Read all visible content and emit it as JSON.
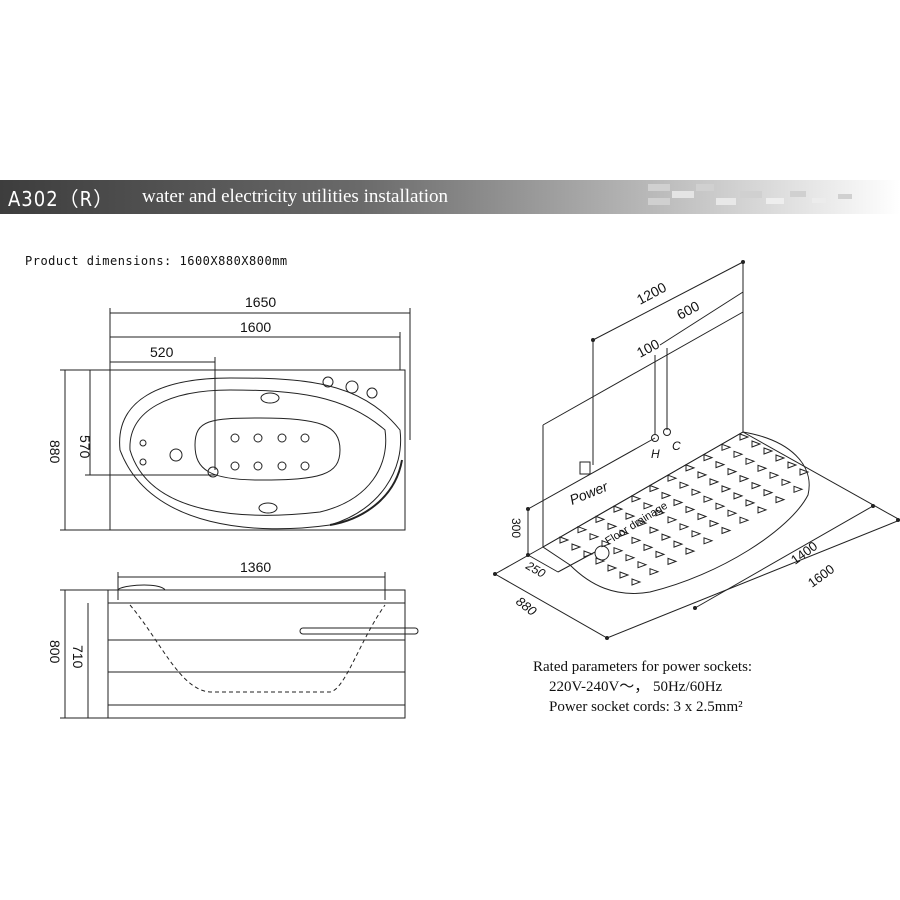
{
  "header": {
    "model": "A302（R）",
    "title": "water and electricity utilities installation"
  },
  "product_dimensions": "Product dimensions: 1600X880X800mm",
  "top_view": {
    "dim_1650": "1650",
    "dim_1600": "1600",
    "dim_520": "520",
    "dim_570": "570",
    "dim_880": "880"
  },
  "side_view": {
    "dim_1360": "1360",
    "dim_800": "800",
    "dim_710": "710"
  },
  "iso_view": {
    "dim_1200": "1200",
    "dim_600": "600",
    "dim_100": "100",
    "hot": "H",
    "cold": "C",
    "power": "Power",
    "floor_drainage": "Floor drainage",
    "dim_300": "300",
    "dim_250": "250",
    "dim_880": "880",
    "dim_1400": "1400",
    "dim_1600": "1600"
  },
  "rated": {
    "line1": "Rated parameters for power sockets:",
    "line2": "220V-240V～， 50Hz/60Hz",
    "line3": "Power socket cords: 3 x 2.5mm²"
  }
}
